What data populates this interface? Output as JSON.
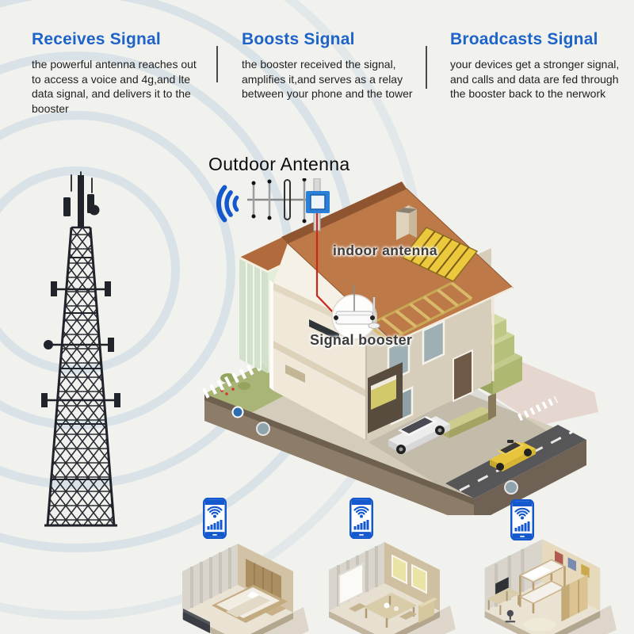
{
  "colors": {
    "background": "#f1f1ee",
    "heading_blue": "#1e64c8",
    "body_text": "#1f1f1f",
    "label_dark": "#3c3c3c",
    "wave_blue": "#abc4da",
    "icon_blue": "#1358cc",
    "roof_orange": "#bd7a48",
    "wall_cream": "#f0e9da",
    "earth_brown": "#8d7c68",
    "grass_green": "#a9b577",
    "road_gray": "#57575a",
    "taxi_yellow": "#e6c43c",
    "cable_red": "#c8281e"
  },
  "header": {
    "columns": [
      {
        "title": "Receives Signal",
        "body": "the powerful antenna reaches out\nto access a voice and 4g,and lte\ndata signal, and delivers it to the\nbooster"
      },
      {
        "title": "Boosts Signal",
        "body": "the booster received the signal,\namplifies it,and serves as a relay\nbetween your phone and the tower"
      },
      {
        "title": "Broadcasts Signal",
        "body": "your devices get a stronger signal,\nand calls and data are fed through\nthe booster back to the nerwork"
      }
    ]
  },
  "labels": {
    "outdoor_antenna": "Outdoor Antenna",
    "indoor_antenna": "indoor antenna",
    "signal_booster": "Signal booster"
  },
  "icons": {
    "signal_waves": "blue concentric wifi arcs",
    "phone_signal": "smartphone with wifi arcs and rising signal bars",
    "cell_tower": "lattice telecom tower silhouette with ring waves",
    "outdoor_antenna": "yagi directional antenna on mast with blue bracket",
    "signal_booster_device": "white booster unit with whip antenna in circular callout"
  }
}
